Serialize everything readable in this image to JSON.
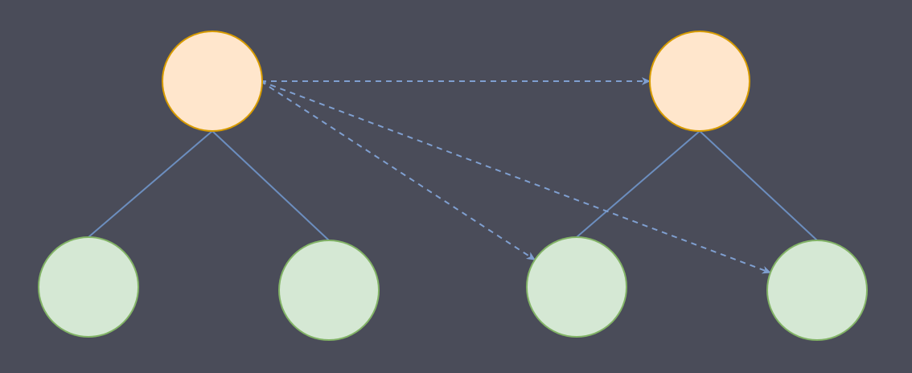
{
  "diagram": {
    "background_color": "#4a4c59",
    "colors": {
      "parent_fill": "#ffe6cc",
      "parent_stroke": "#d79b00",
      "child_fill": "#d5e8d4",
      "child_stroke": "#82b366",
      "tree_edge": "#6c8ebf",
      "dashed_edge": "#7f9fd0"
    },
    "trees": [
      {
        "root": "left-root",
        "children": [
          "left-child-1",
          "left-child-2"
        ]
      },
      {
        "root": "right-root",
        "children": [
          "right-child-1",
          "right-child-2"
        ]
      }
    ],
    "dashed_arrows": [
      {
        "from": "left-root",
        "to": "right-root"
      },
      {
        "from": "left-root",
        "to": "right-child-1"
      },
      {
        "from": "left-root",
        "to": "right-child-2"
      }
    ]
  }
}
